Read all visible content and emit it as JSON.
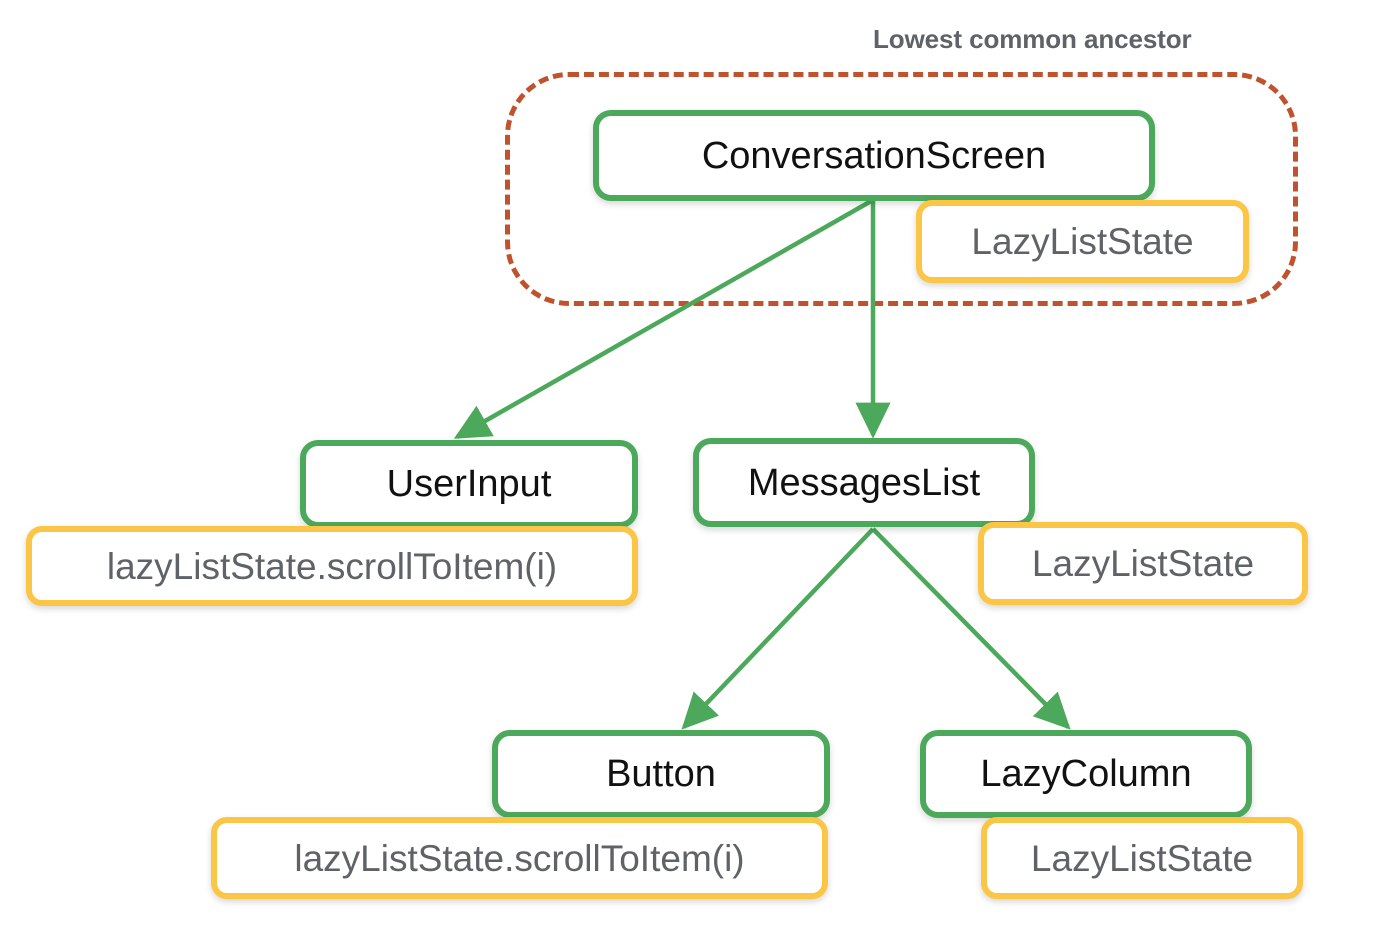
{
  "diagram": {
    "type": "composable-hierarchy-tree",
    "title": "Lowest common ancestor",
    "colors": {
      "group_border": "#C0522E",
      "composable_border": "#4CA85A",
      "state_border": "#FBC546",
      "composable_text": "#111111",
      "state_text": "#5F6368",
      "label_text": "#5F6368",
      "background": "#FFFFFF"
    },
    "group": {
      "label": "Lowest common ancestor",
      "contains": [
        "ConversationScreen",
        "LazyListState"
      ]
    },
    "nodes": [
      {
        "id": "conversation-screen",
        "label": "ConversationScreen",
        "kind": "composable"
      },
      {
        "id": "lazy-list-state-root",
        "label": "LazyListState",
        "kind": "state"
      },
      {
        "id": "user-input",
        "label": "UserInput",
        "kind": "composable"
      },
      {
        "id": "scroll-to-item-user-input",
        "label": "lazyListState.scrollToItem(i)",
        "kind": "state"
      },
      {
        "id": "messages-list",
        "label": "MessagesList",
        "kind": "composable"
      },
      {
        "id": "lazy-list-state-messages",
        "label": "LazyListState",
        "kind": "state"
      },
      {
        "id": "button",
        "label": "Button",
        "kind": "composable"
      },
      {
        "id": "scroll-to-item-button",
        "label": "lazyListState.scrollToItem(i)",
        "kind": "state"
      },
      {
        "id": "lazy-column",
        "label": "LazyColumn",
        "kind": "composable"
      },
      {
        "id": "lazy-list-state-column",
        "label": "LazyListState",
        "kind": "state"
      }
    ],
    "edges": [
      {
        "from": "conversation-screen",
        "to": "user-input"
      },
      {
        "from": "conversation-screen",
        "to": "messages-list"
      },
      {
        "from": "messages-list",
        "to": "button"
      },
      {
        "from": "messages-list",
        "to": "lazy-column"
      }
    ]
  }
}
